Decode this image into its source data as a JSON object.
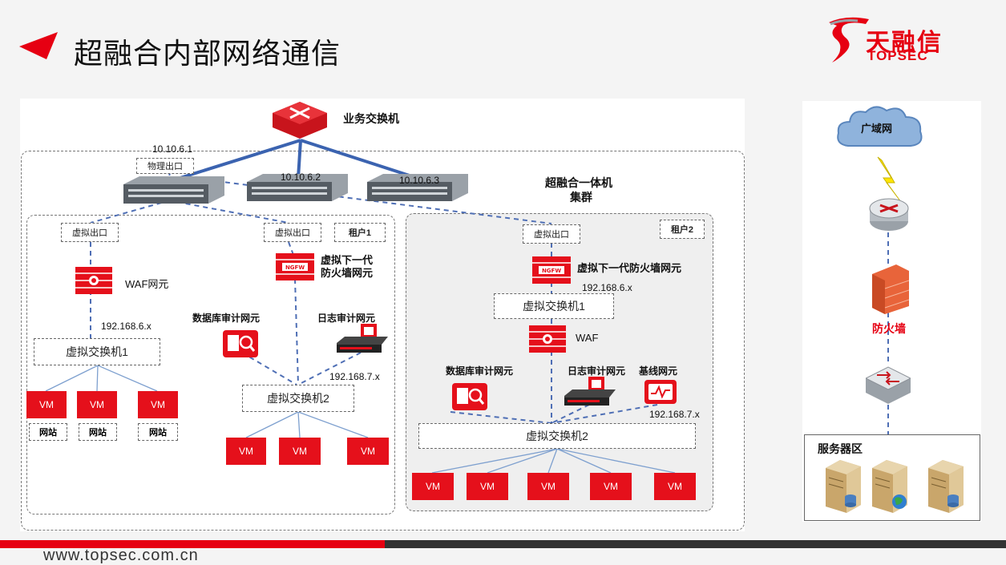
{
  "page": {
    "title": "超融合内部网络通信",
    "footer_url": "www.topsec.com.cn"
  },
  "logo": {
    "name_cn": "天融信",
    "name_en": "TOPSEC"
  },
  "colors": {
    "accent": "#e60012",
    "vm": "#e5101b",
    "link_blue": "#3b63b0",
    "dash_blue": "#4f6fb5",
    "footer_bar_dark": "#333333"
  },
  "left_diagram": {
    "business_switch": "业务交换机",
    "cluster_label_line1": "超融合一体机",
    "cluster_label_line2": "集群",
    "phys_ip": "10.10.6.1",
    "phys_out": "物理出口",
    "server2_ip": "10.10.6.2",
    "server3_ip": "10.10.6.3",
    "tenant1": {
      "name": "租户1",
      "vout_left": "虚拟出口",
      "vout_right": "虚拟出口",
      "waf": "WAF网元",
      "ngfw_line1": "虚拟下一代",
      "ngfw_line2": "防火墙网元",
      "ip6": "192.168.6.x",
      "vswitch1": "虚拟交换机1",
      "vswitch2": "虚拟交换机2",
      "db_audit": "数据库审计网元",
      "log_audit": "日志审计网元",
      "ip7": "192.168.7.x",
      "vm_left": [
        "VM",
        "VM",
        "VM"
      ],
      "sites": [
        "网站",
        "网站",
        "网站"
      ],
      "vm_bottom": [
        "VM",
        "VM",
        "VM"
      ]
    },
    "tenant2": {
      "name": "租户2",
      "vout": "虚拟出口",
      "ngfw": "虚拟下一代防火墙网元",
      "ip6": "192.168.6.x",
      "vswitch1": "虚拟交换机1",
      "waf": "WAF",
      "db_audit": "数据库审计网元",
      "log_audit": "日志审计网元",
      "baseline": "基线网元",
      "ip7": "192.168.7.x",
      "vswitch2": "虚拟交换机2",
      "vms": [
        "VM",
        "VM",
        "VM",
        "VM",
        "VM"
      ]
    }
  },
  "right_diagram": {
    "wan": "广域网",
    "firewall": "防火墙",
    "server_zone": "服务器区"
  }
}
